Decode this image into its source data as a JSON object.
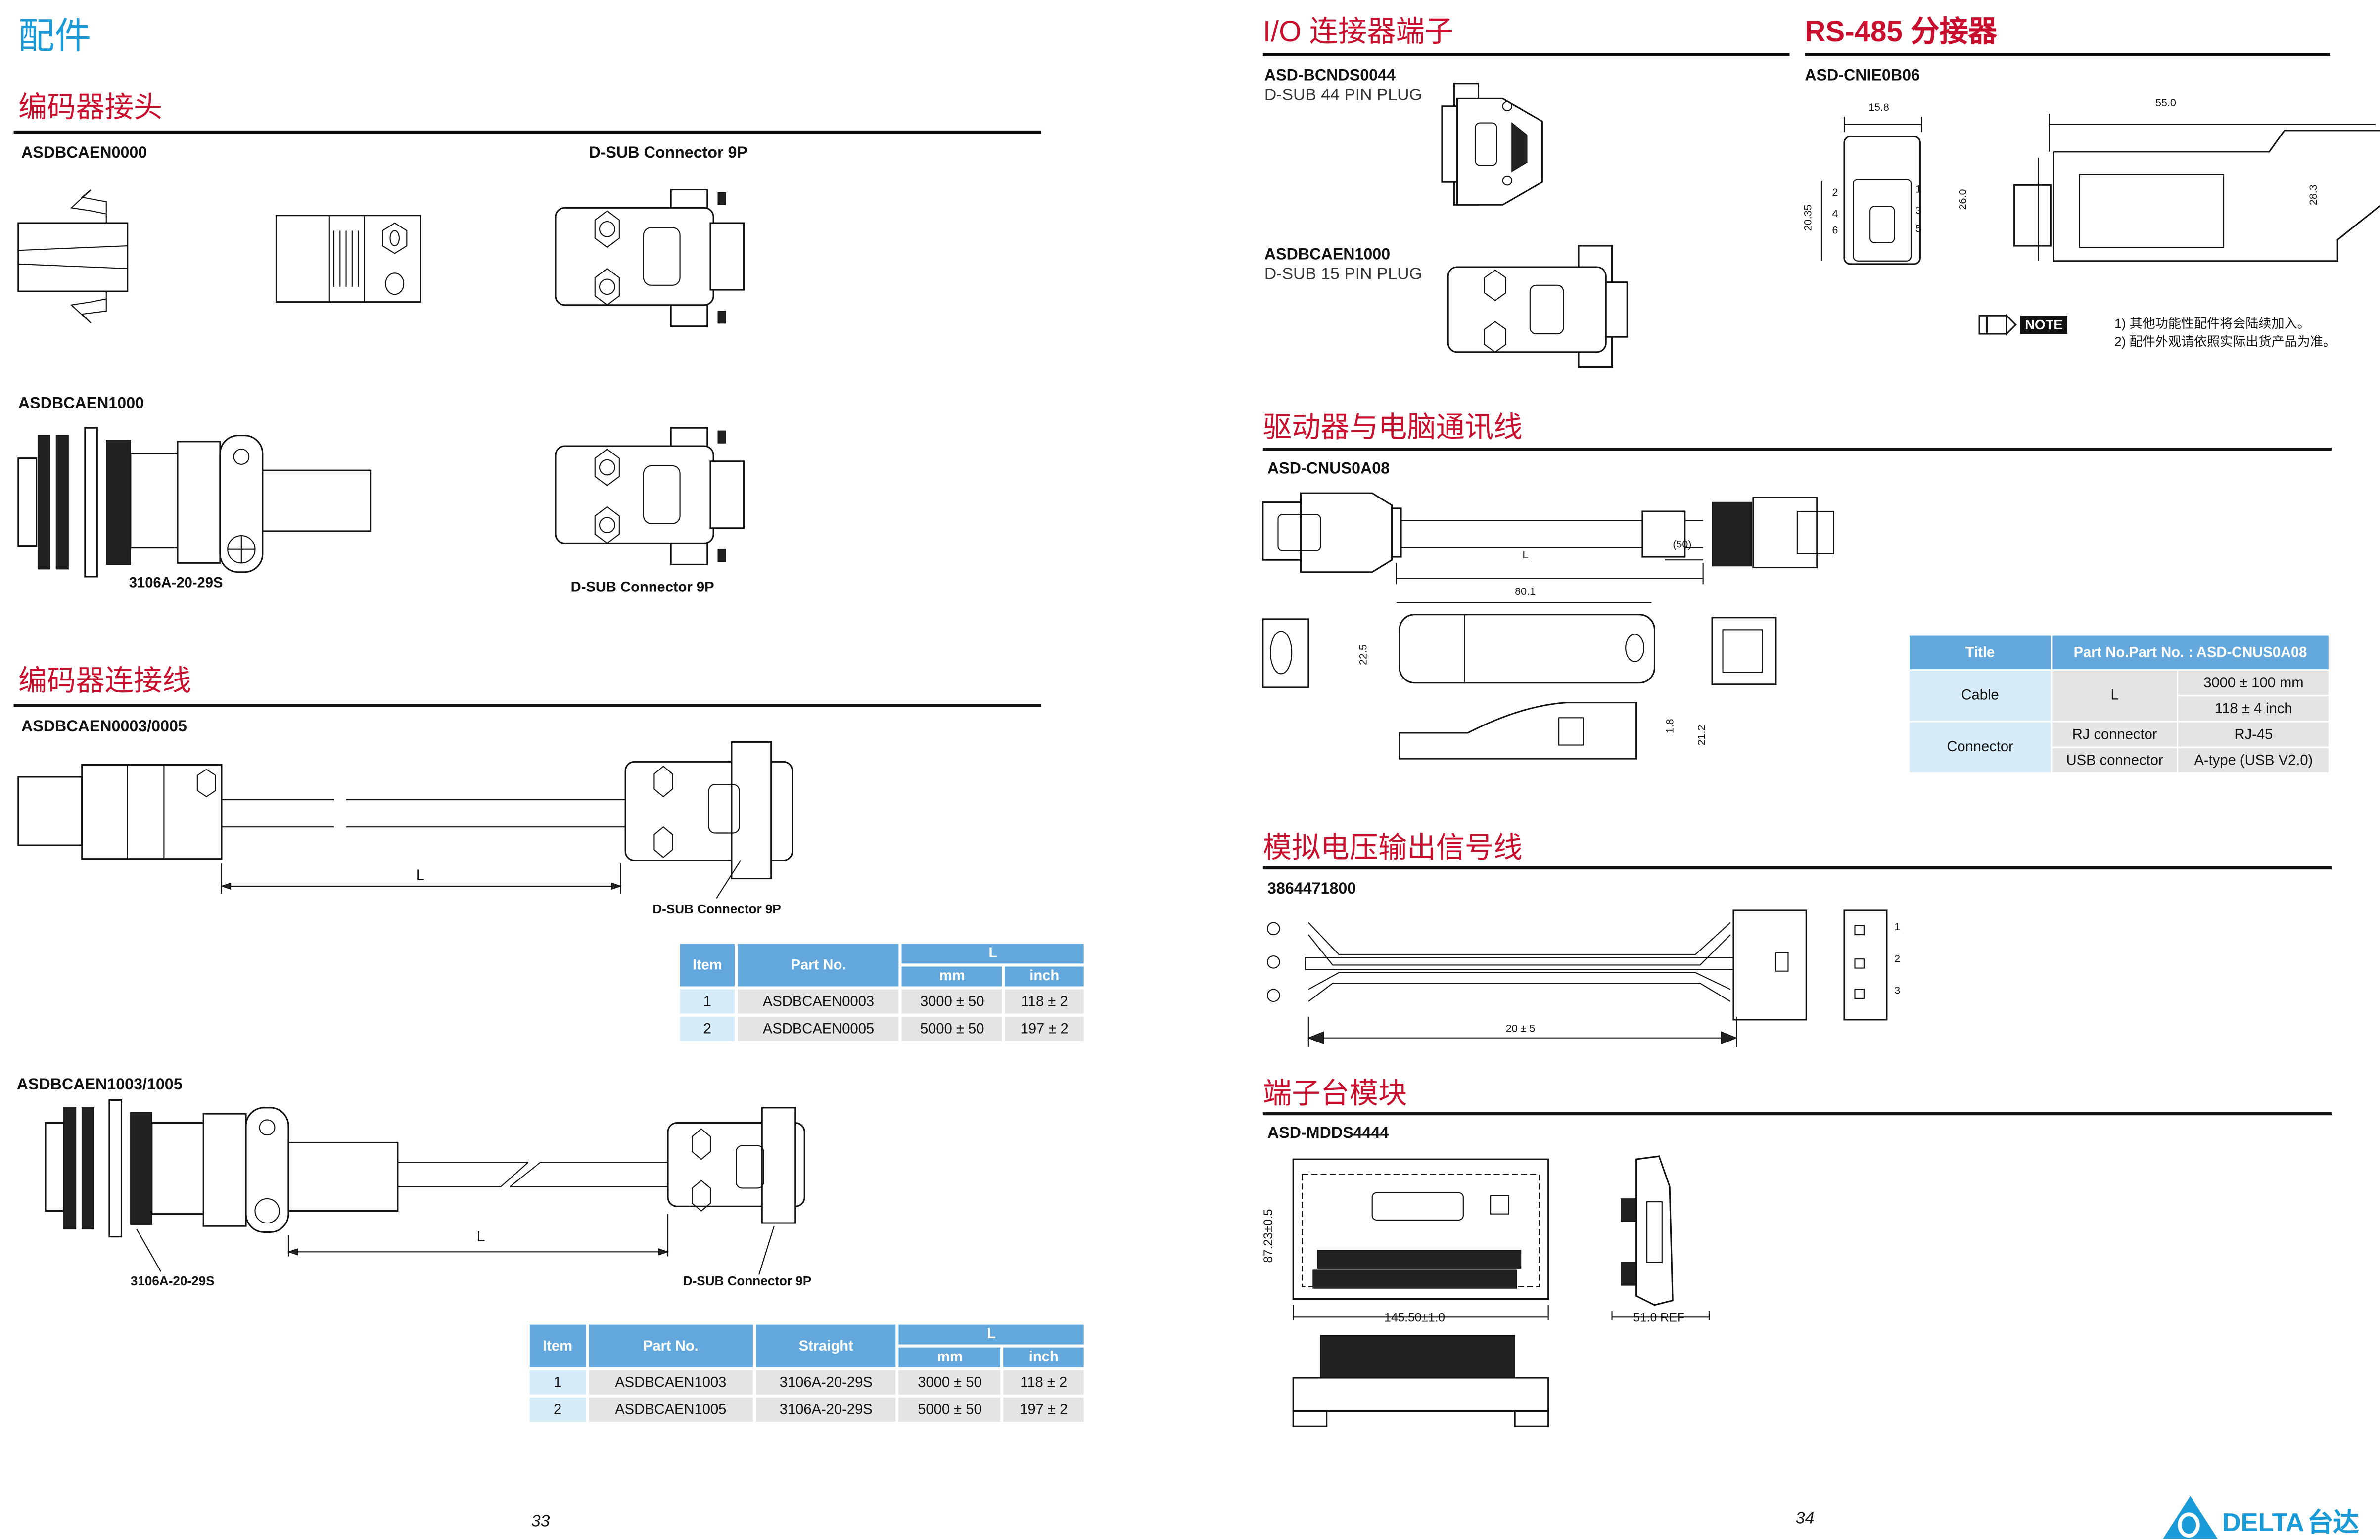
{
  "left_page": {
    "page_title": "配件",
    "page_number": "33",
    "sections": {
      "encoder_connector": {
        "title": "编码器接头",
        "items": [
          {
            "part_no": "ASDBCAEN0000",
            "label": "D-SUB Connector 9P"
          },
          {
            "part_no": "ASDBCAEN1000",
            "labels": [
              "3106A-20-29S",
              "D-SUB Connector 9P"
            ]
          }
        ]
      },
      "encoder_cable": {
        "title": "编码器连接线",
        "cable_a": {
          "part_no": "ASDBCAEN0003/0005",
          "dim_label": "L",
          "connector_label": "D-SUB Connector 9P",
          "table": {
            "headers": {
              "item": "Item",
              "part_no": "Part No.",
              "L": "L",
              "mm": "mm",
              "inch": "inch"
            },
            "rows": [
              {
                "item": "1",
                "part_no": "ASDBCAEN0003",
                "mm": "3000 ± 50",
                "inch": "118 ± 2"
              },
              {
                "item": "2",
                "part_no": "ASDBCAEN0005",
                "mm": "5000 ± 50",
                "inch": "197 ± 2"
              }
            ]
          }
        },
        "cable_b": {
          "part_no": "ASDBCAEN1003/1005",
          "dim_label": "L",
          "left_label": "3106A-20-29S",
          "connector_label": "D-SUB Connector 9P",
          "table": {
            "headers": {
              "item": "Item",
              "part_no": "Part No.",
              "straight": "Straight",
              "L": "L",
              "mm": "mm",
              "inch": "inch"
            },
            "rows": [
              {
                "item": "1",
                "part_no": "ASDBCAEN1003",
                "straight": "3106A-20-29S",
                "mm": "3000 ± 50",
                "inch": "118 ± 2"
              },
              {
                "item": "2",
                "part_no": "ASDBCAEN1005",
                "straight": "3106A-20-29S",
                "mm": "5000 ± 50",
                "inch": "197 ± 2"
              }
            ]
          }
        }
      }
    }
  },
  "right_page": {
    "page_number": "34",
    "io_connector": {
      "title": "I/O 连接器端子",
      "items": [
        {
          "part_no": "ASD-BCNDS0044",
          "desc": "D-SUB 44 PIN PLUG"
        },
        {
          "part_no": "ASDBCAEN1000",
          "desc": "D-SUB 15 PIN PLUG"
        }
      ]
    },
    "rs485": {
      "title": "RS-485 分接器",
      "part_no": "ASD-CNIE0B06",
      "dims": {
        "width": "15.8",
        "length": "55.0",
        "h1": "20.35",
        "h2": "26.0",
        "h3": "28.3"
      },
      "pins": [
        "1",
        "2",
        "3",
        "4",
        "5",
        "6"
      ]
    },
    "note": {
      "tag": "NOTE",
      "lines": [
        "1) 其他功能性配件将会陆续加入。",
        "2) 配件外观请依照实际出货产品为准。"
      ]
    },
    "pc_cable": {
      "title": "驱动器与电脑通讯线",
      "part_no": "ASD-CNUS0A08",
      "dims": {
        "L": "L",
        "offset": "(50)",
        "length": "80.1",
        "h1": "22.5",
        "h2": "1.8",
        "h3": "21.2"
      },
      "table": {
        "header_title": "Title",
        "header_part": "Part No.Part No. : ASD-CNUS0A08",
        "cable": {
          "title": "Cable",
          "name": "L",
          "values": [
            "3000 ± 100 mm",
            "118 ± 4 inch"
          ]
        },
        "connector": {
          "title": "Connector",
          "rows": [
            {
              "name": "RJ connector",
              "value": "RJ-45"
            },
            {
              "name": "USB connector",
              "value": "A-type (USB V2.0)"
            }
          ]
        }
      }
    },
    "analog_cable": {
      "title": "模拟电压输出信号线",
      "part_no": "3864471800",
      "dim": "20 ± 5",
      "pins": [
        "1",
        "2",
        "3"
      ]
    },
    "terminal_block": {
      "title": "端子台模块",
      "part_no": "ASD-MDDS4444",
      "dims": {
        "height": "87.23±0.5",
        "width": "145.50±1.0",
        "depth": "51.0 REF"
      }
    },
    "logo": {
      "brand": "DELTA",
      "cn": "台达"
    }
  },
  "colors": {
    "title_blue": "#1a9ad6",
    "section_red": "#c8102e",
    "table_header": "#63a8dc",
    "table_first_col": "#d6ecf8",
    "table_cell": "#e4e4e4"
  }
}
